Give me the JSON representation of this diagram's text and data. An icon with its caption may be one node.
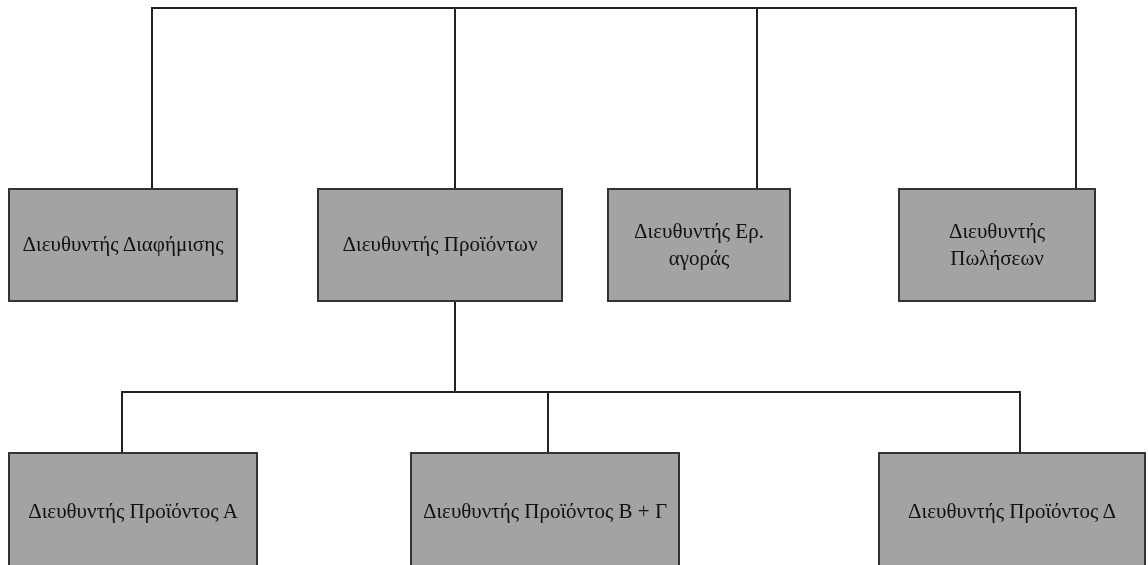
{
  "diagram": {
    "nodes": [
      {
        "text": [
          "Διευθυντής Διαφήμισης"
        ]
      },
      {
        "text": [
          "Διευθυντής Προϊόντων"
        ]
      },
      {
        "text": [
          "Διευθυντής Ερ. αγοράς"
        ]
      },
      {
        "text": [
          "Διευθυντής Πωλήσεων"
        ]
      },
      {
        "text": [
          "Διευθυντής Προϊόντος Α"
        ]
      },
      {
        "text": [
          "Διευθυντής Προϊόντος Β + Γ"
        ]
      },
      {
        "text": [
          "Διευθυντής Προϊόντος Δ"
        ]
      }
    ],
    "edges": [
      {
        "from": null,
        "to": 0,
        "arrow": "none"
      },
      {
        "from": null,
        "to": 1,
        "arrow": "none"
      },
      {
        "from": null,
        "to": 2,
        "arrow": "none"
      },
      {
        "from": null,
        "to": 3,
        "arrow": "none"
      },
      {
        "from": 1,
        "to": 4,
        "arrow": "none"
      },
      {
        "from": 1,
        "to": 5,
        "arrow": "none"
      },
      {
        "from": 1,
        "to": 6,
        "arrow": "none"
      }
    ]
  }
}
